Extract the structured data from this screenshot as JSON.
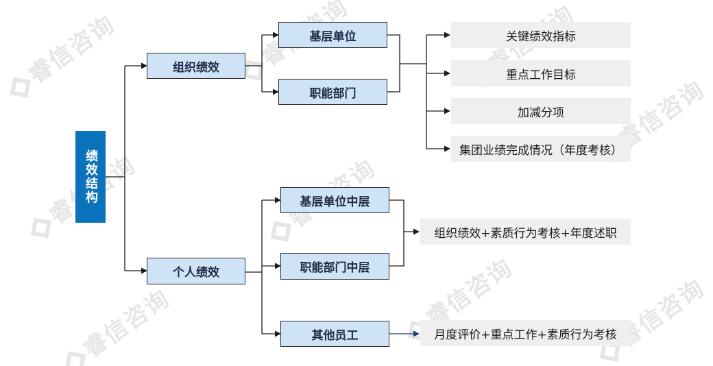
{
  "watermark": "睿信咨询",
  "root": "绩效结构",
  "org": {
    "label": "组织绩效",
    "children": [
      "基层单位",
      "职能部门"
    ],
    "items": [
      "关键绩效指标",
      "重点工作目标",
      "加减分项",
      "集团业绩完成情况（年度考核）"
    ]
  },
  "personal": {
    "label": "个人绩效",
    "children": [
      "基层单位中层",
      "职能部门中层",
      "其他员工"
    ],
    "items": [
      "组织绩效+素质行为考核+年度述职",
      "月度评价+重点工作+素质行为考核"
    ]
  },
  "colors": {
    "root_fill": "#0b72bc",
    "box_fill": "#cfe3f7",
    "item_fill": "#efefef",
    "connector": "#1a1a1a",
    "watermark": "#e6e6e6"
  }
}
